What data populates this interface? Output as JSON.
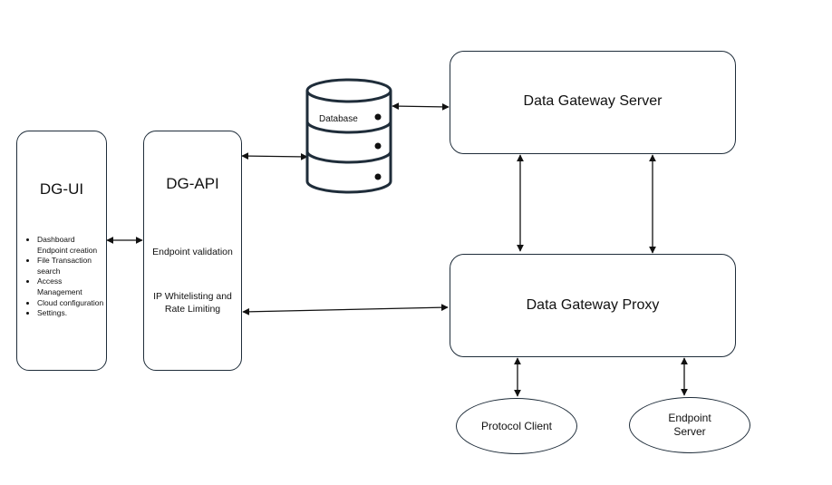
{
  "dg_ui": {
    "title": "DG-UI",
    "items": [
      "Dashboard Endpoint creation",
      "File Transaction search",
      "Access Management",
      "Cloud configuration",
      "Settings."
    ]
  },
  "dg_api": {
    "title": "DG-API",
    "text1": "Endpoint validation",
    "text2": "IP Whitelisting and Rate Limiting"
  },
  "database": {
    "label": "Database"
  },
  "data_gateway_server": {
    "title": "Data Gateway Server"
  },
  "data_gateway_proxy": {
    "title": "Data Gateway Proxy"
  },
  "protocol_client": {
    "label": "Protocol Client"
  },
  "endpoint_server": {
    "label": "Endpoint Server"
  }
}
